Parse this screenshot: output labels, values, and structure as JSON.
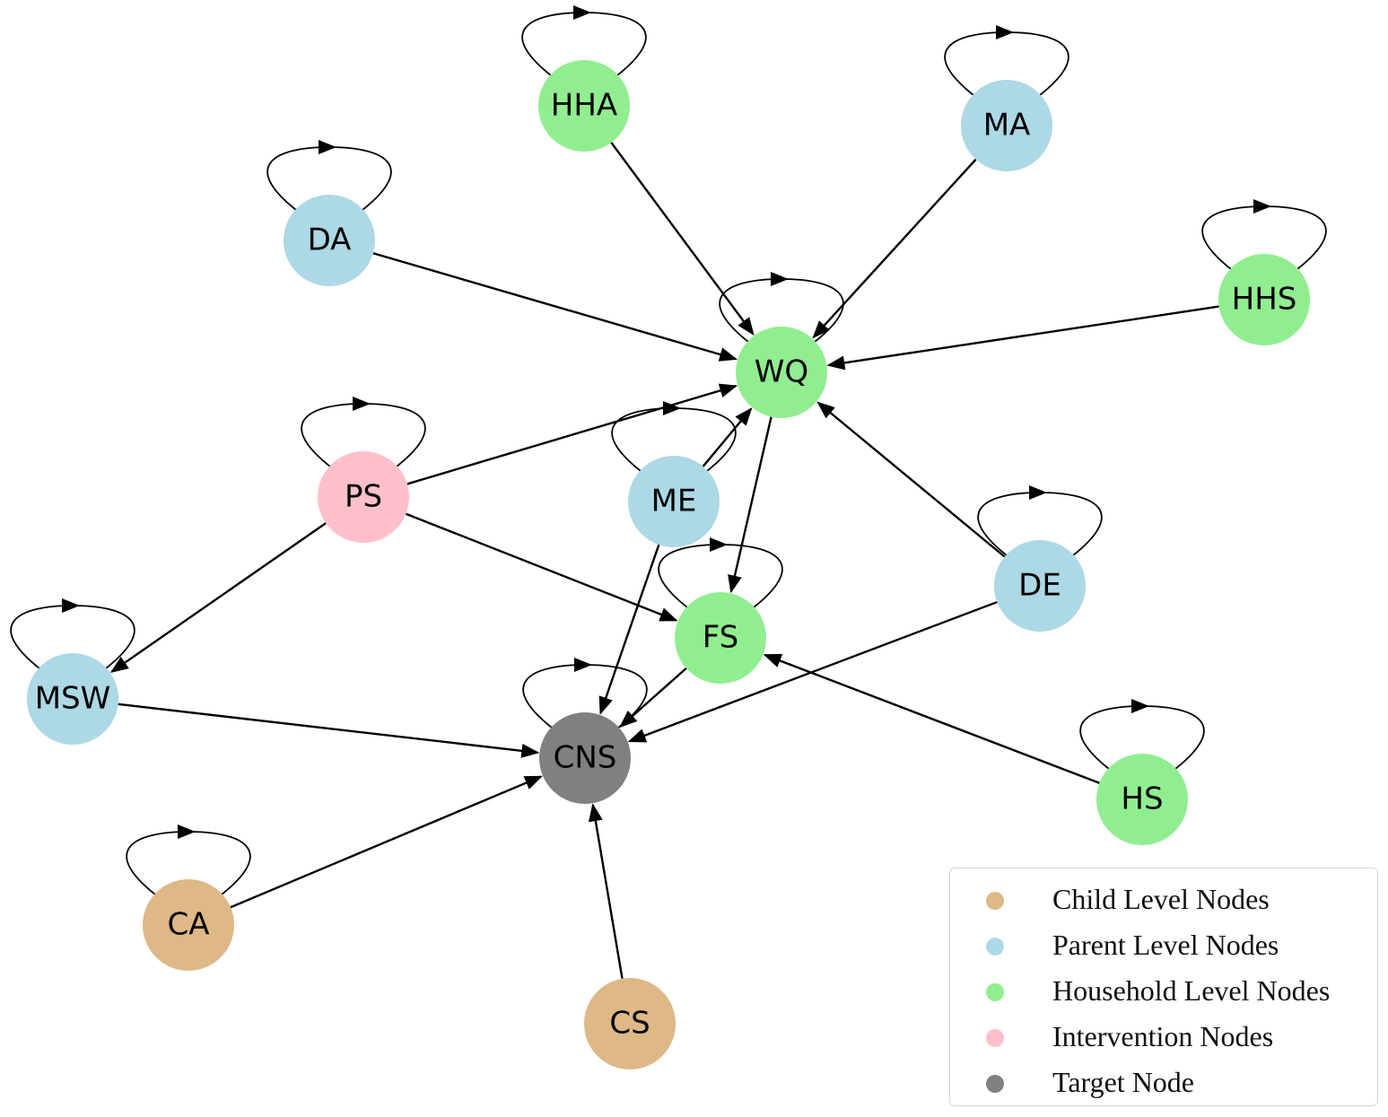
{
  "groups": {
    "child": {
      "label": "Child Level Nodes",
      "color": "#deb887"
    },
    "parent": {
      "label": "Parent Level Nodes",
      "color": "#add8e6"
    },
    "household": {
      "label": "Household Level Nodes",
      "color": "#90ee90"
    },
    "intervention": {
      "label": "Intervention Nodes",
      "color": "#ffc0cb"
    },
    "target": {
      "label": "Target Node",
      "color": "#808080"
    }
  },
  "legend_order": [
    "child",
    "parent",
    "household",
    "intervention",
    "target"
  ],
  "nodes": [
    {
      "id": "HHA",
      "group": "household",
      "self_loop": true
    },
    {
      "id": "MA",
      "group": "parent",
      "self_loop": true
    },
    {
      "id": "DA",
      "group": "parent",
      "self_loop": true
    },
    {
      "id": "HHS",
      "group": "household",
      "self_loop": true
    },
    {
      "id": "WQ",
      "group": "household",
      "self_loop": true
    },
    {
      "id": "PS",
      "group": "intervention",
      "self_loop": true
    },
    {
      "id": "ME",
      "group": "parent",
      "self_loop": true
    },
    {
      "id": "DE",
      "group": "parent",
      "self_loop": true
    },
    {
      "id": "FS",
      "group": "household",
      "self_loop": true
    },
    {
      "id": "MSW",
      "group": "parent",
      "self_loop": true
    },
    {
      "id": "CNS",
      "group": "target",
      "self_loop": true
    },
    {
      "id": "HS",
      "group": "household",
      "self_loop": true
    },
    {
      "id": "CA",
      "group": "child",
      "self_loop": true
    },
    {
      "id": "CS",
      "group": "child",
      "self_loop": false
    }
  ],
  "edges": [
    {
      "from": "HHA",
      "to": "WQ"
    },
    {
      "from": "MA",
      "to": "WQ"
    },
    {
      "from": "DA",
      "to": "WQ"
    },
    {
      "from": "HHS",
      "to": "WQ"
    },
    {
      "from": "PS",
      "to": "WQ"
    },
    {
      "from": "ME",
      "to": "WQ"
    },
    {
      "from": "DE",
      "to": "WQ"
    },
    {
      "from": "WQ",
      "to": "FS"
    },
    {
      "from": "PS",
      "to": "FS"
    },
    {
      "from": "HS",
      "to": "FS"
    },
    {
      "from": "PS",
      "to": "MSW"
    },
    {
      "from": "MSW",
      "to": "CNS"
    },
    {
      "from": "ME",
      "to": "CNS"
    },
    {
      "from": "FS",
      "to": "CNS"
    },
    {
      "from": "DE",
      "to": "CNS"
    },
    {
      "from": "CA",
      "to": "CNS"
    },
    {
      "from": "CS",
      "to": "CNS"
    }
  ]
}
